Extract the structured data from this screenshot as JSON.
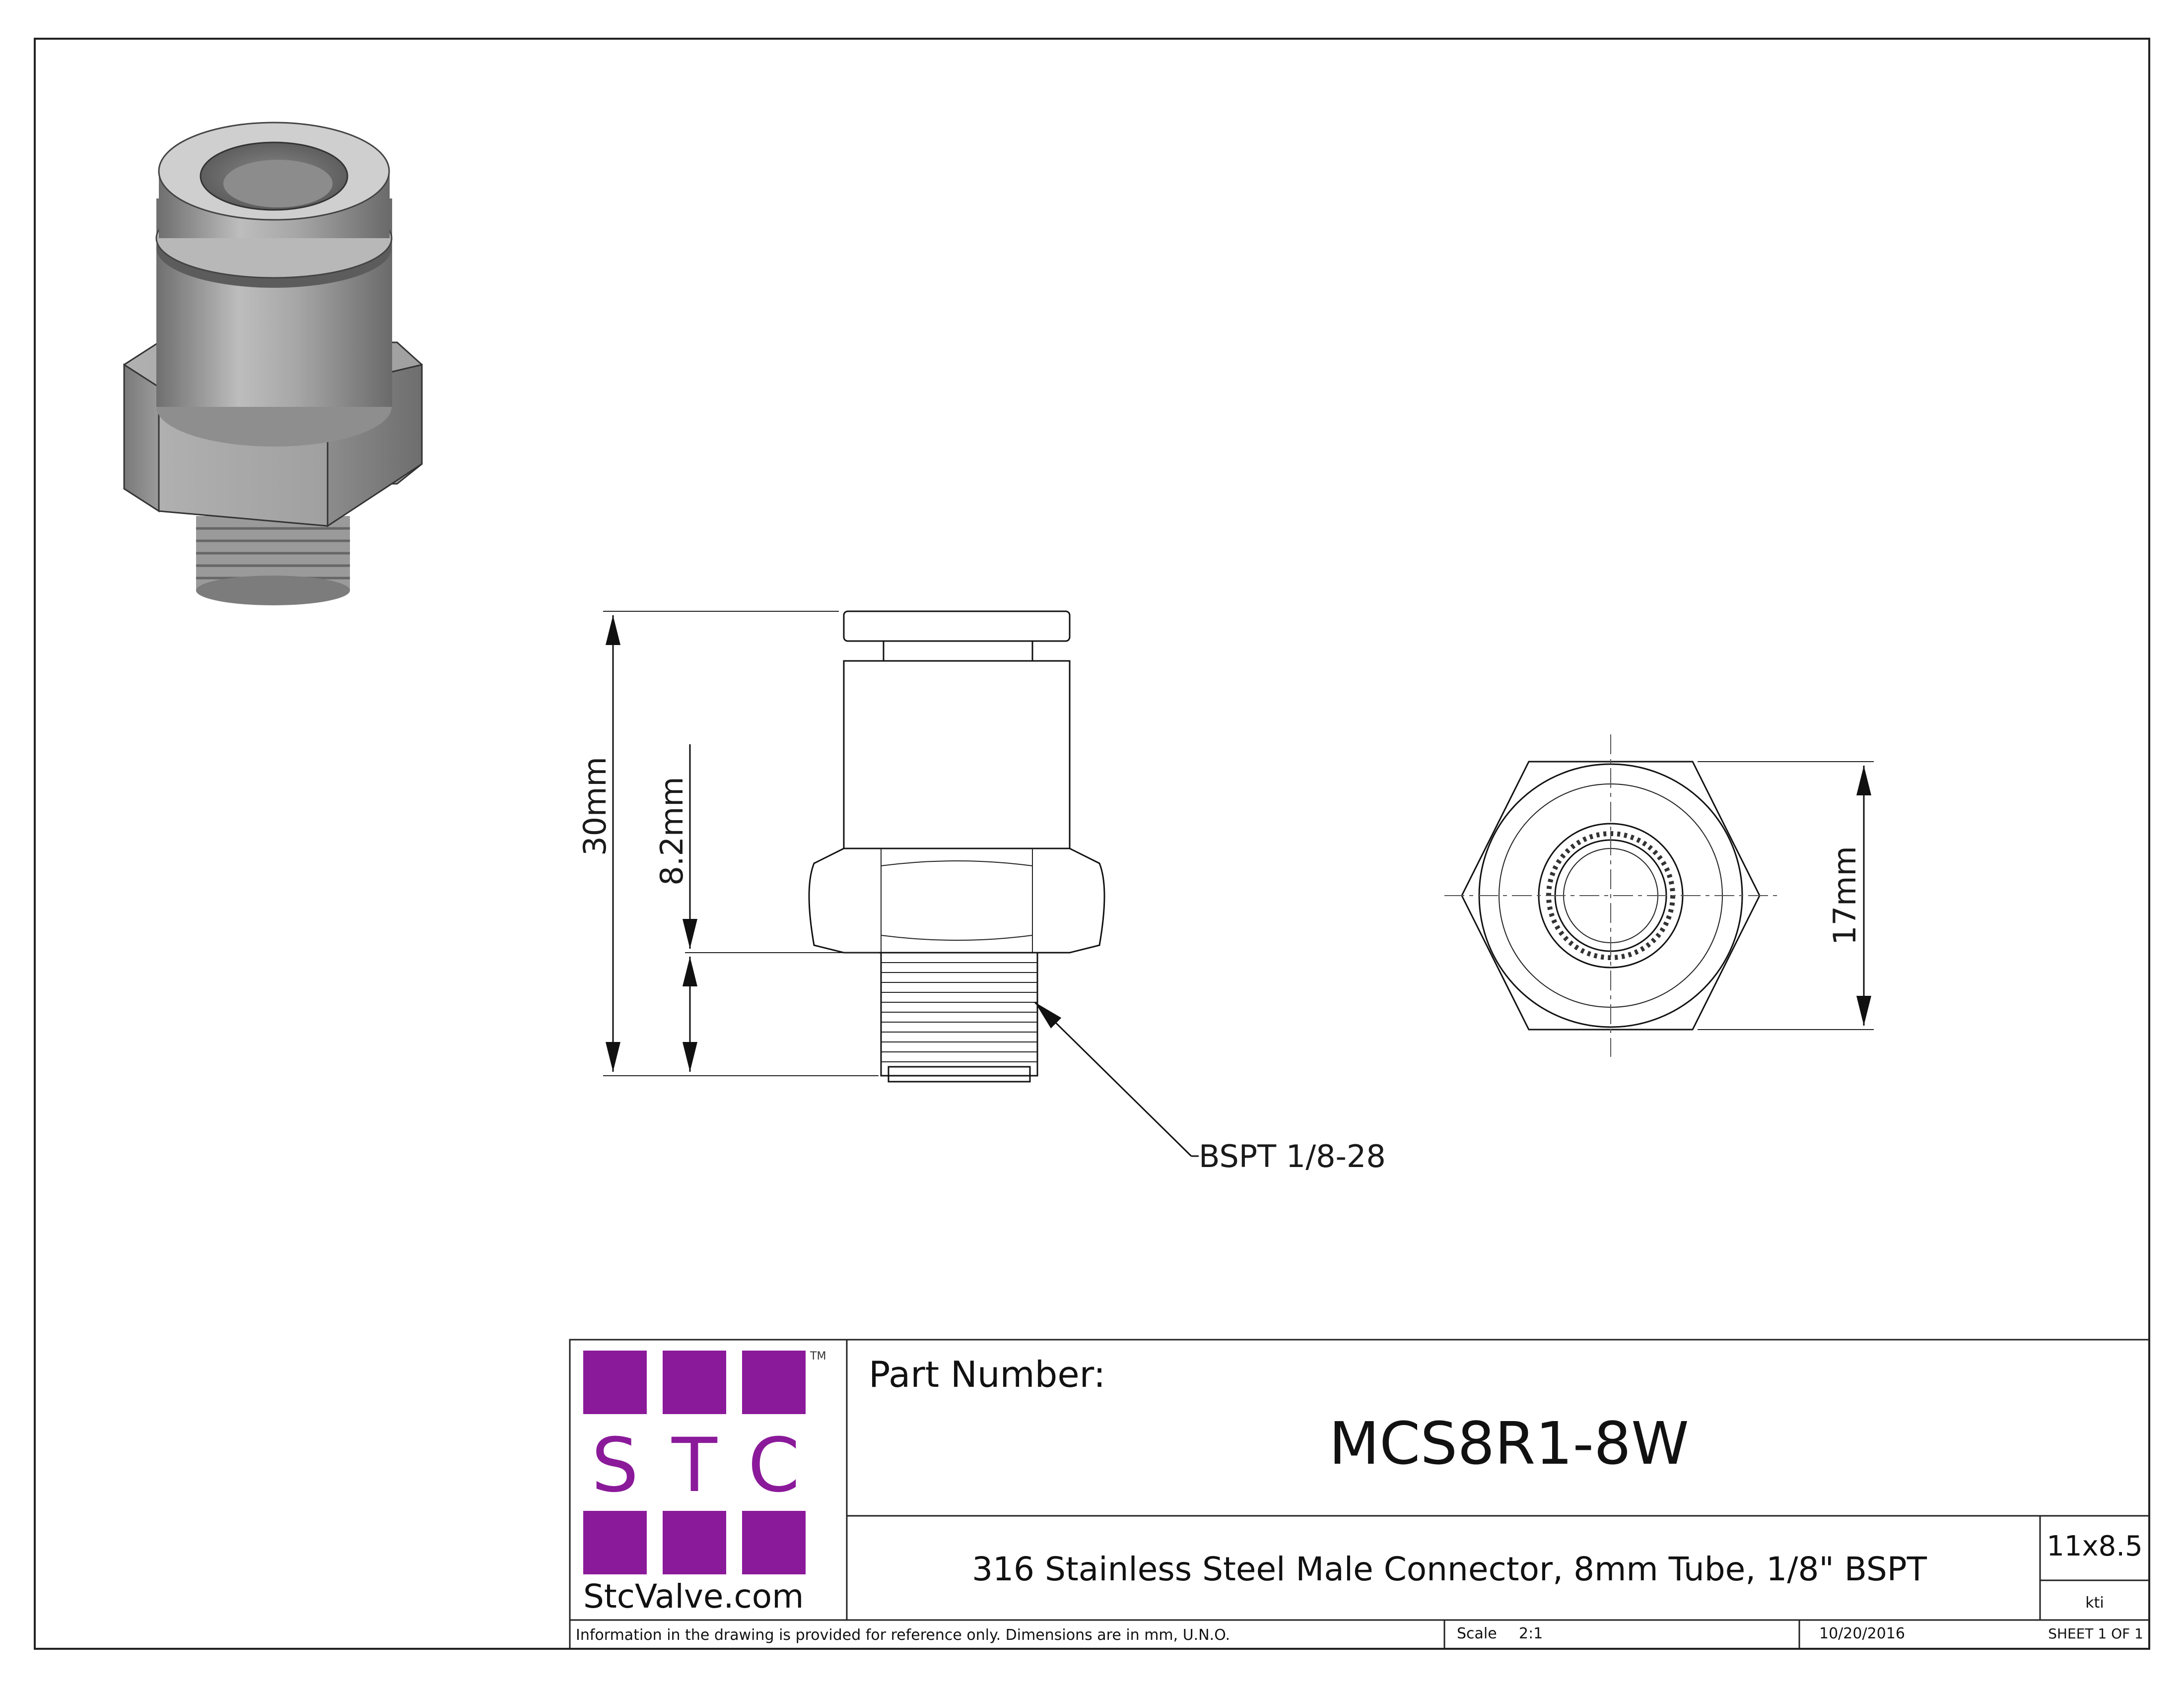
{
  "drawing": {
    "dimensions": {
      "overall_height": "30mm",
      "thread_length": "8.2mm",
      "hex_size": "17mm",
      "thread_callout": "BSPT 1/8-28"
    }
  },
  "title_block": {
    "logo": {
      "letters": [
        "S",
        "T",
        "C"
      ],
      "trademark": "TM",
      "website": "StcValve.com",
      "square_color": "#8b1a9a",
      "letter_color": "#8b1a9a"
    },
    "part_number_label": "Part Number:",
    "part_number": "MCS8R1-8W",
    "description": "316 Stainless Steel Male Connector, 8mm Tube, 1/8\" BSPT",
    "size": "11x8.5",
    "drawn_by": "kti",
    "disclaimer": "Information in the drawing is provided for reference only. Dimensions are in mm, U.N.O.",
    "scale_label": "Scale",
    "scale_value": "2:1",
    "date": "10/20/2016",
    "sheet": "SHEET 1 OF 1"
  }
}
